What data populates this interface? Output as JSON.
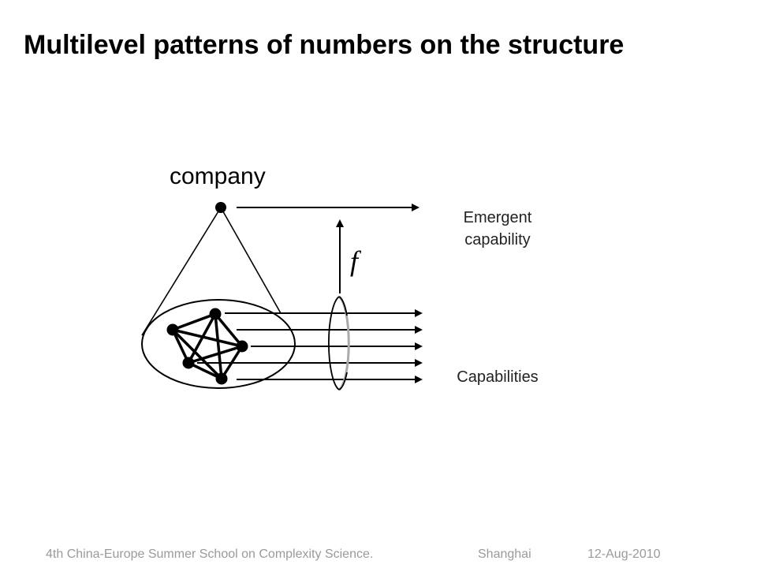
{
  "slide": {
    "title": "Multilevel patterns of numbers on the structure"
  },
  "diagram": {
    "company_label": "company",
    "function_symbol": "f",
    "emergent_label": "Emergent capability",
    "capabilities_label": "Capabilities"
  },
  "footer": {
    "school": "4th China-Europe Summer School on Complexity Science.",
    "city": "Shanghai",
    "date": "12-Aug-2010"
  }
}
